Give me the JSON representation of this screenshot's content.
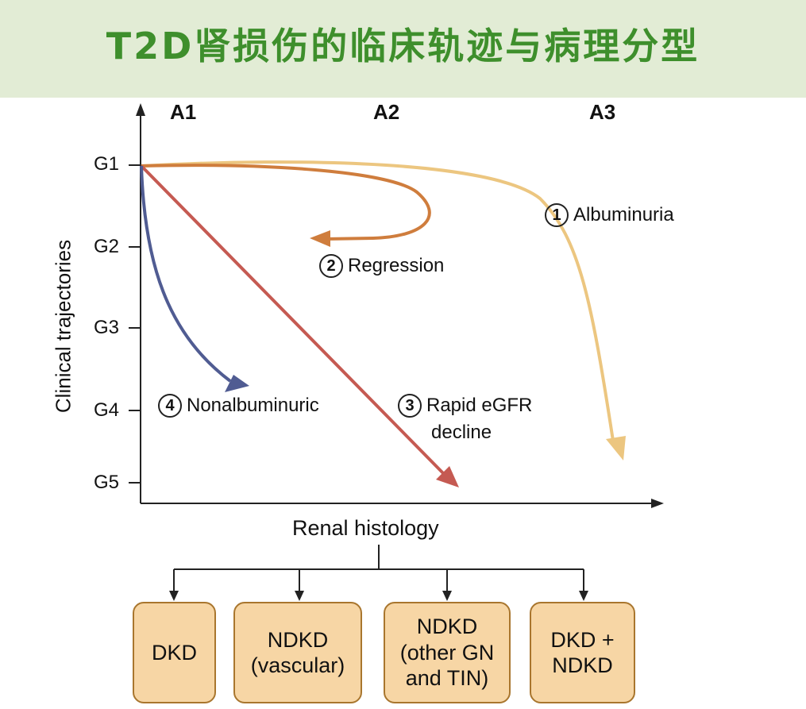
{
  "title": "T2D肾损伤的临床轨迹与病理分型",
  "columns": [
    "A1",
    "A2",
    "A3"
  ],
  "g_stages": [
    "G1",
    "G2",
    "G3",
    "G4",
    "G5"
  ],
  "y_axis_title": "Clinical trajectories",
  "x_axis_title": "Renal histology",
  "trajectories": [
    {
      "num": "1",
      "label": "Albuminuria",
      "color": "#ecc680"
    },
    {
      "num": "2",
      "label": "Regression",
      "color": "#cf7d3d"
    },
    {
      "num": "3",
      "label": "Rapid eGFR",
      "label2": "decline",
      "color": "#c55a52"
    },
    {
      "num": "4",
      "label": "Nonalbuminuric",
      "color": "#505c92"
    }
  ],
  "histology_boxes": [
    "DKD",
    "NDKD\n(vascular)",
    "NDKD\n(other GN\nand TIN)",
    "DKD +\nNDKD"
  ],
  "colors": {
    "banner_bg": "#e2ecd5",
    "title_text": "#3e8f2c",
    "box_fill": "#f7d6a5",
    "box_border": "#a9762e"
  }
}
